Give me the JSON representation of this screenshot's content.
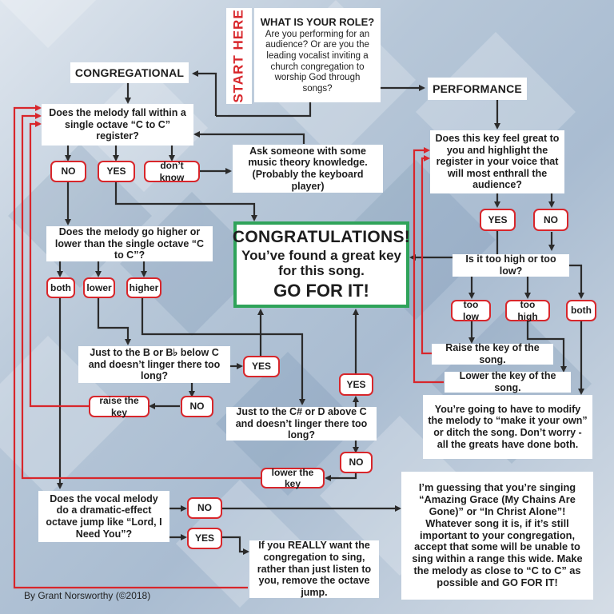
{
  "start_label": "START HERE",
  "role": {
    "title": "WHAT IS YOUR ROLE?",
    "body": "Are you performing for an audience? Or are you the leading vocalist inviting a church congregation to worship God through songs?"
  },
  "congregational": {
    "label": "CONGREGATIONAL",
    "q_octave": "Does the melody fall within a single octave “C to C” register?",
    "no": "NO",
    "yes": "YES",
    "dont_know": "don’t know",
    "ask_someone": "Ask someone with some music theory knowledge. (Probably the keyboard player)",
    "q_higher_lower": "Does the melody go higher or lower than the single octave “C to C”?",
    "both": "both",
    "lower": "lower",
    "higher": "higher",
    "q_b_below": "Just to the B or B♭ below C and doesn’t linger there too long?",
    "b_yes": "YES",
    "b_no": "NO",
    "raise_key": "raise the key",
    "q_c_above": "Just to the C# or D above C and doesn’t linger there too long?",
    "c_yes": "YES",
    "c_no": "NO",
    "lower_key": "lower the key",
    "q_jump": "Does the vocal melody do a dramatic-effect octave jump like “Lord, I Need You”?",
    "jump_no": "NO",
    "jump_yes": "YES",
    "remove_jump": "If you REALLY want the congregation to sing, rather than just listen to you, remove the octave jump."
  },
  "congrats": {
    "line1": "CONGRATULATIONS!",
    "line2": "You’ve found a great key for this song.",
    "line3": "GO FOR IT!"
  },
  "performance": {
    "label": "PERFORMANCE",
    "q_feel": "Does this key feel great to you and highlight the register in your voice that will most enthrall the audience?",
    "yes": "YES",
    "no": "NO",
    "q_high_low": "Is it too high or too low?",
    "too_low": "too low",
    "too_high": "too high",
    "both": "both",
    "raise": "Raise the key of the song.",
    "lower": "Lower the key of the song.",
    "modify": "You’re going to have to modify the melody to “make it your own” or ditch the song. Don’t worry - all the greats have done both."
  },
  "guess": "I’m guessing that you’re singing “Amazing Grace (My Chains Are Gone)” or “In Christ Alone”! Whatever song it is, if it’s still important to your congregation, accept that some will be unable to sing within a range this wide. Make the melody as close to “C to C” as possible and GO FOR IT!",
  "credit": "By Grant Norsworthy  (©2018)",
  "colors": {
    "arrow_dark": "#2b2b2b",
    "arrow_red": "#d8262b",
    "pill_border": "#d8262b",
    "congrats_border": "#2fa35a",
    "start_red": "#d8262b",
    "bg_light": "#e9eef4",
    "bg_blue": "#7f9ab8"
  }
}
